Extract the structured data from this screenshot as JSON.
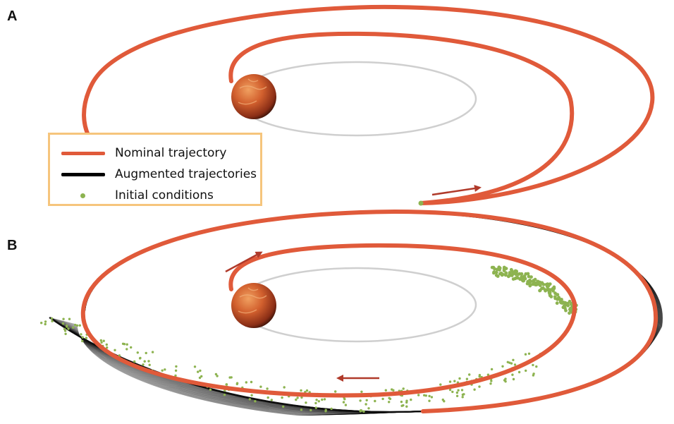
{
  "panels": {
    "a_label": "A",
    "b_label": "B"
  },
  "legend": {
    "items": [
      {
        "label": "Nominal trajectory",
        "symbol": "line",
        "color": "#e05a3a"
      },
      {
        "label": "Augmented trajectories",
        "symbol": "line",
        "color": "#000000"
      },
      {
        "label": "Initial conditions",
        "symbol": "dot",
        "color": "#8db350"
      }
    ]
  },
  "colors": {
    "nominal": "#e05a3a",
    "augmented": "#111111",
    "initial_conditions": "#8db350",
    "reference_orbit": "#cfcfcf",
    "arrow": "#b03a2a",
    "legend_border": "#f6c57c",
    "planet": "#c9522a"
  }
}
